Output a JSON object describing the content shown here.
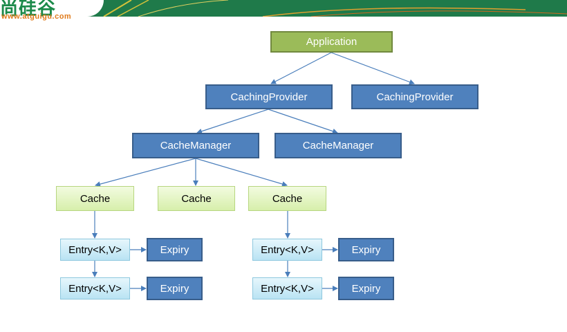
{
  "header": {
    "logo_text": "尚硅谷",
    "logo_url": "www.atguigu.com"
  },
  "nodes": {
    "application": "Application",
    "caching_provider_1": "CachingProvider",
    "caching_provider_2": "CachingProvider",
    "cache_manager_1": "CacheManager",
    "cache_manager_2": "CacheManager",
    "cache_1": "Cache",
    "cache_2": "Cache",
    "cache_3": "Cache",
    "entry_1": "Entry<K,V>",
    "entry_2": "Entry<K,V>",
    "entry_3": "Entry<K,V>",
    "entry_4": "Entry<K,V>",
    "expiry_1": "Expiry",
    "expiry_2": "Expiry",
    "expiry_3": "Expiry",
    "expiry_4": "Expiry"
  },
  "colors": {
    "application": "#9bbb59",
    "provider_manager_expiry": "#4f81bd",
    "cache": "#e6f4c9",
    "entry": "#cdeef8",
    "edge": "#4a7ebb"
  }
}
